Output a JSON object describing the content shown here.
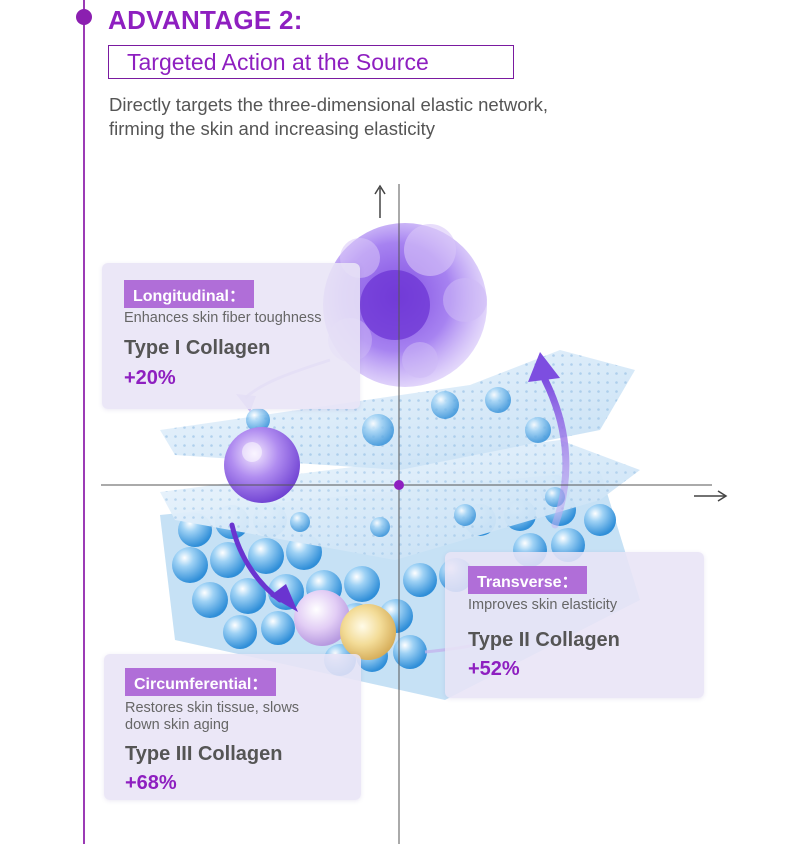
{
  "header": {
    "title": "ADVANTAGE 2:",
    "subtitle": "Targeted Action at the Source",
    "description_lines": [
      "Directly targets the three-dimensional elastic network,",
      "firming the skin and increasing elasticity"
    ]
  },
  "cards": [
    {
      "tag": "Longitudinal：",
      "description_lines": [
        "Enhances skin fiber toughness"
      ],
      "type": "Type I Collagen",
      "percent": "+20%"
    },
    {
      "tag": "Transverse：",
      "description_lines": [
        "Improves skin elasticity"
      ],
      "type": "Type II Collagen",
      "percent": "+52%"
    },
    {
      "tag": "Circumferential：",
      "description_lines": [
        "Restores skin tissue, slows",
        "down skin aging"
      ],
      "type": "Type III Collagen",
      "percent": "+68%"
    }
  ],
  "colors": {
    "accent": "#8e1fc0",
    "tag_bg": "#b06ed8",
    "card_bg": "#e8e4f6",
    "layer_blue": "#cfe6f7",
    "sphere_blue": "#6bb6ea"
  },
  "icons": {
    "axis_up": "arrow-up-icon",
    "axis_right": "arrow-right-icon"
  }
}
